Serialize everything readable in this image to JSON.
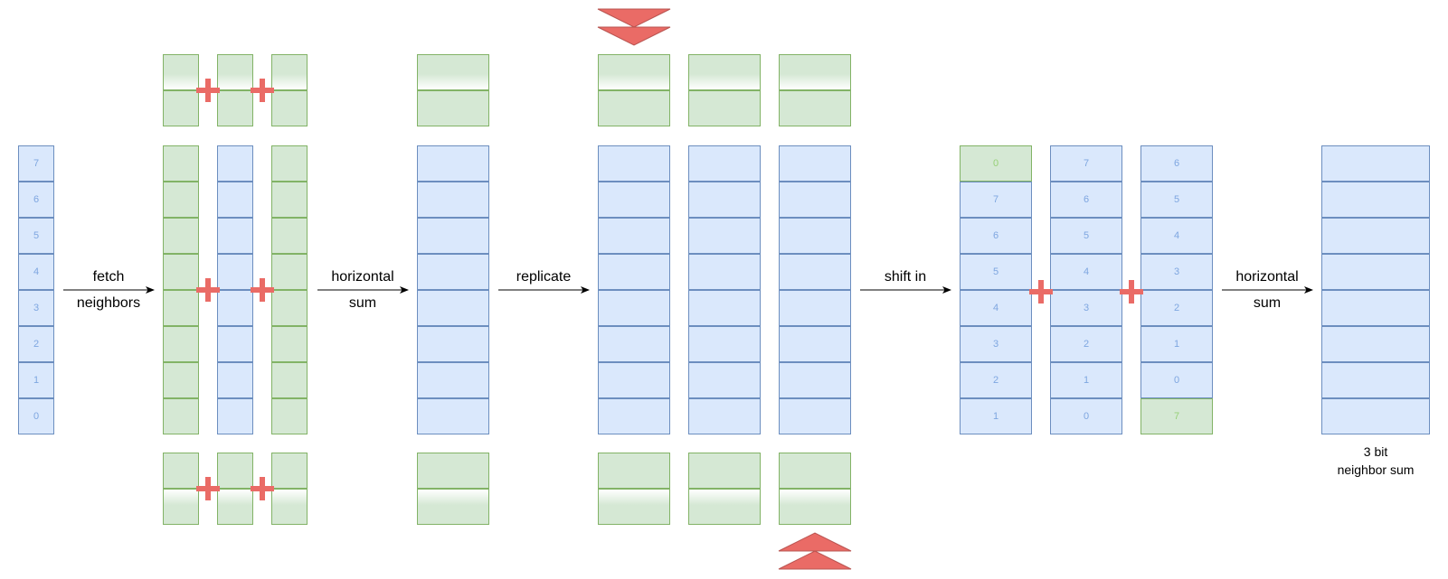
{
  "steps": {
    "fetch": [
      "fetch",
      "neighbors"
    ],
    "hsum1": [
      "horizontal",
      "sum"
    ],
    "replicate": [
      "replicate"
    ],
    "shift": [
      "shift in"
    ],
    "hsum2": [
      "horizontal",
      "sum"
    ]
  },
  "caption": [
    "3 bit",
    "neighbor sum"
  ],
  "input_bits": [
    "7",
    "6",
    "5",
    "4",
    "3",
    "2",
    "1",
    "0"
  ],
  "shifted_columns": [
    [
      "0",
      "7",
      "6",
      "5",
      "4",
      "3",
      "2",
      "1"
    ],
    [
      "7",
      "6",
      "5",
      "4",
      "3",
      "2",
      "1",
      "0"
    ],
    [
      "6",
      "5",
      "4",
      "3",
      "2",
      "1",
      "0",
      "7"
    ]
  ],
  "colors": {
    "blue_fill": "#dae8fc",
    "blue_stroke": "#6c8ebf",
    "blue_text": "#7ea6e0",
    "green_fill": "#d5e8d4",
    "green_stroke": "#82b366",
    "green_text": "#97d077",
    "red": "#ea6b66"
  },
  "icons": {
    "plus": "plus-icon",
    "shift_down": "double-chevron-down-icon",
    "shift_up": "double-chevron-up-icon",
    "arrow": "arrow-right-icon"
  }
}
